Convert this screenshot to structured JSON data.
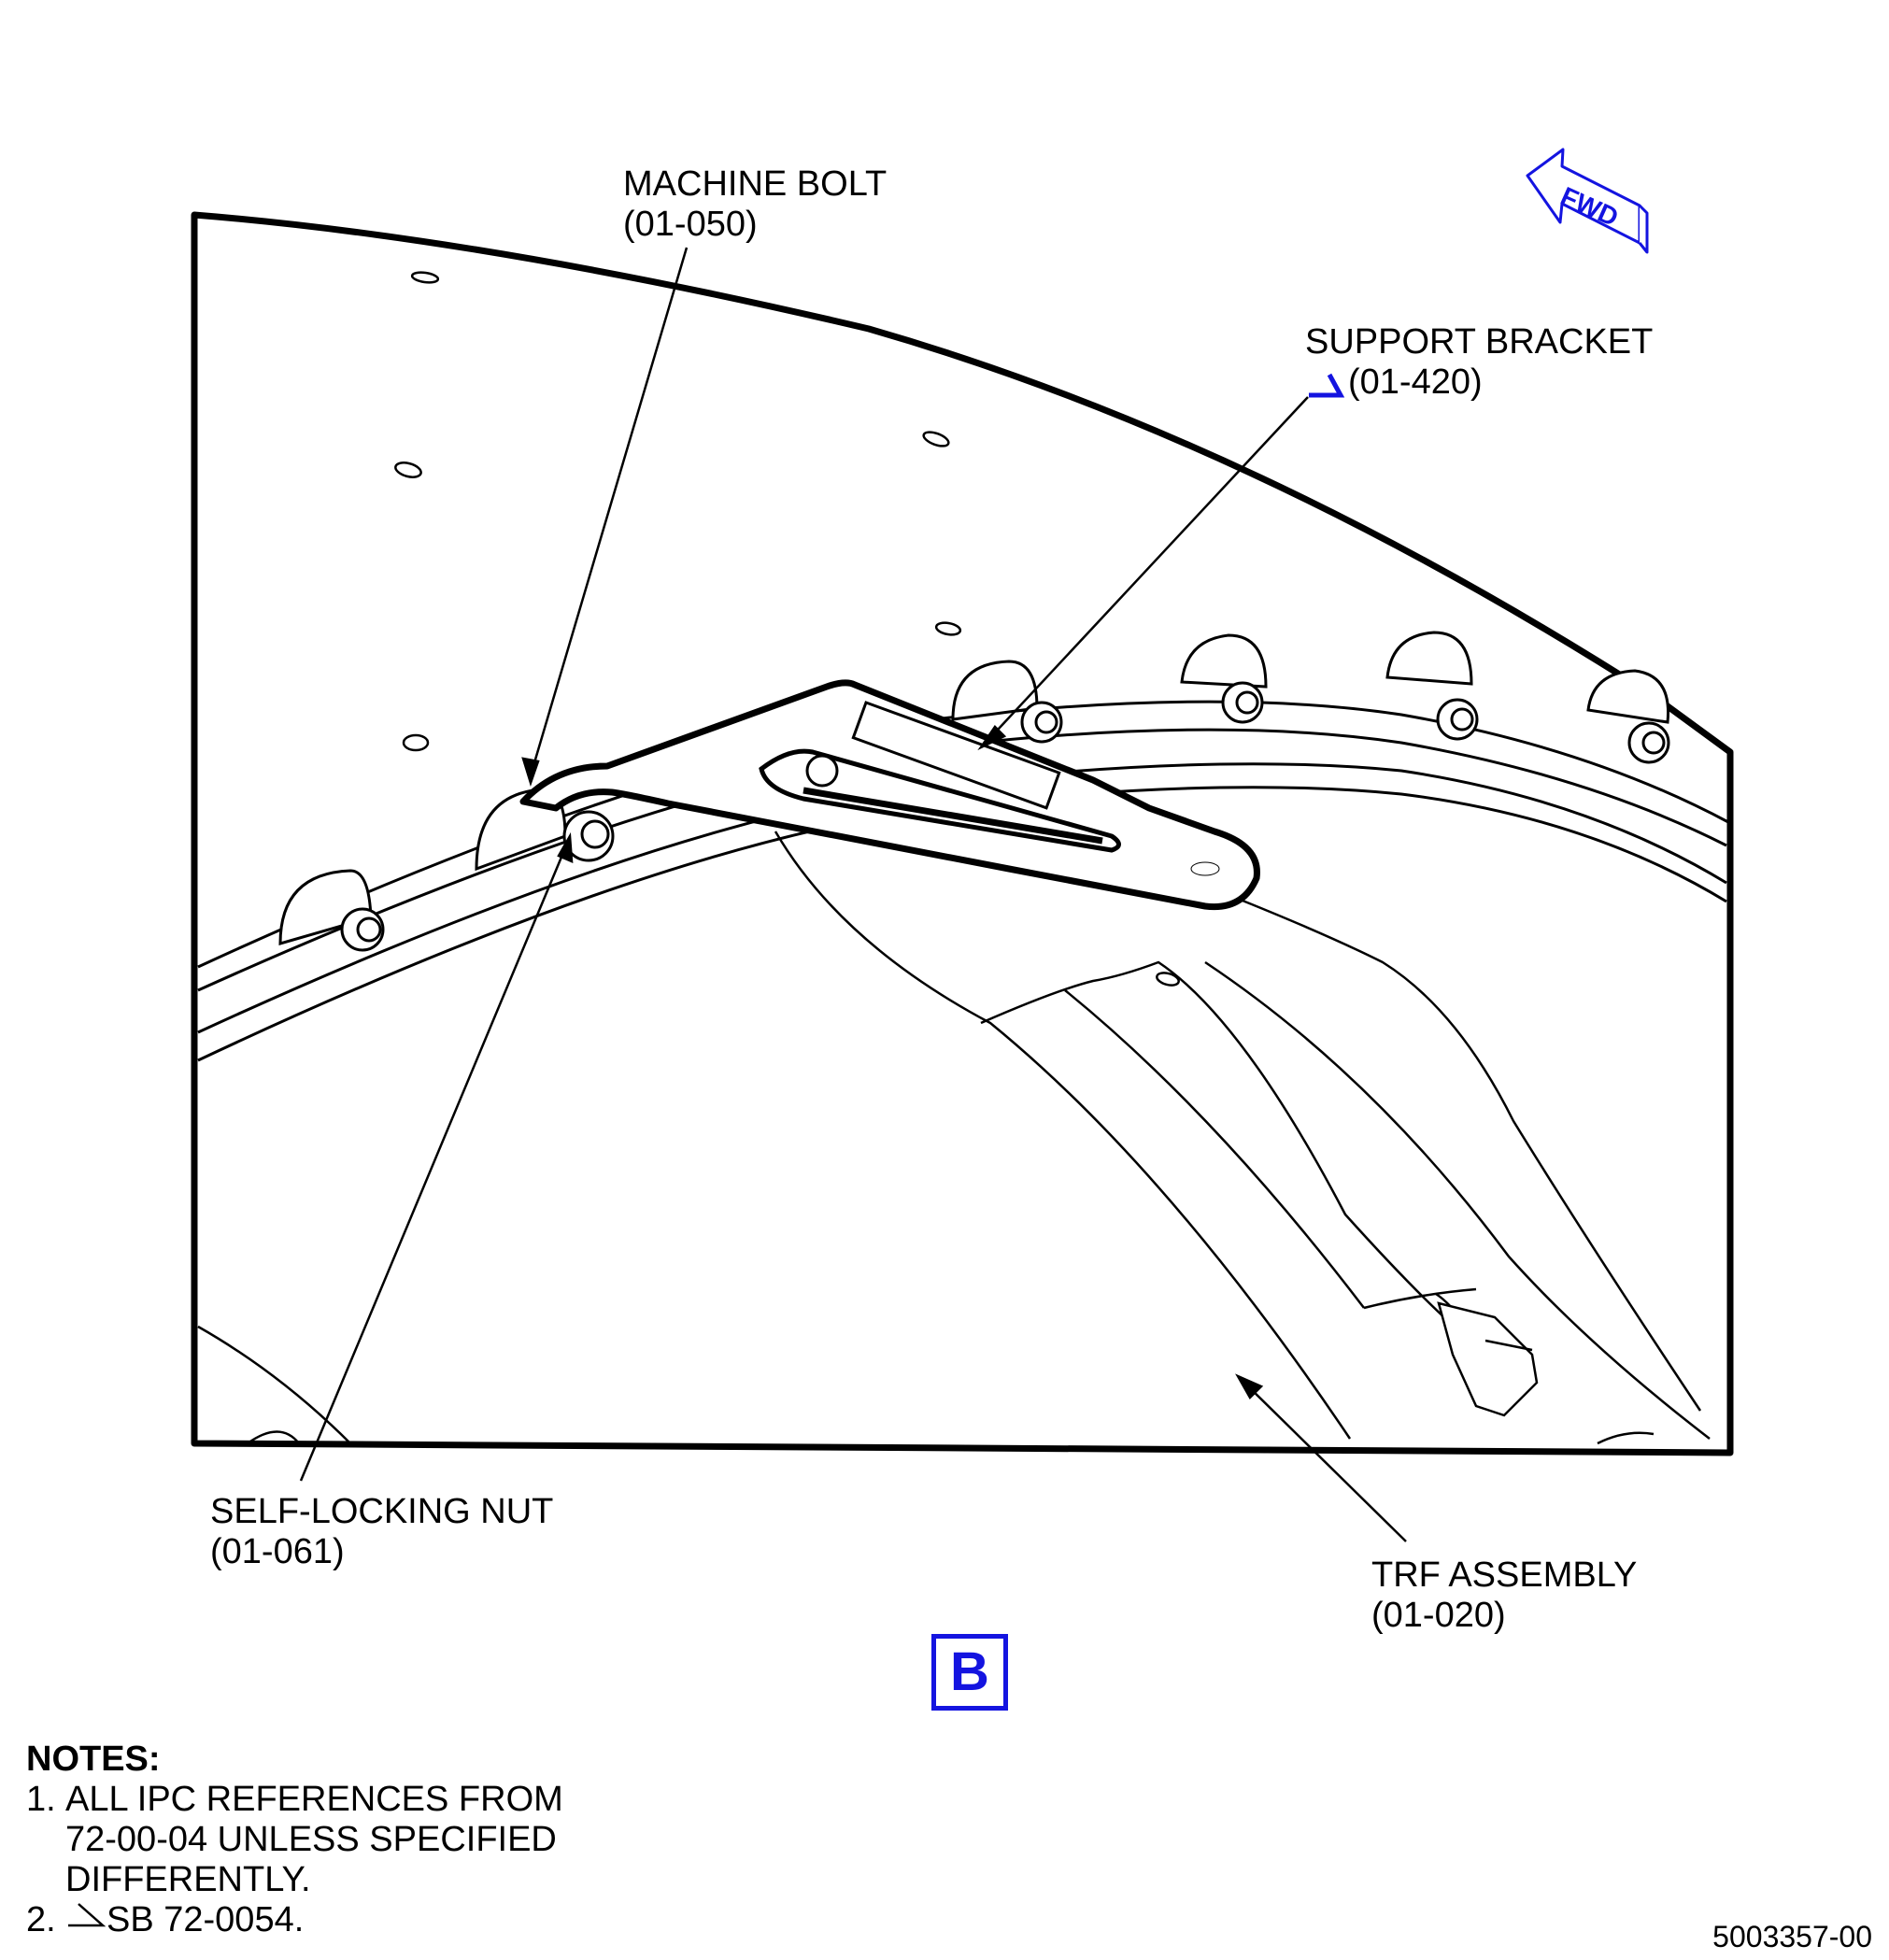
{
  "callouts": {
    "machine_bolt": {
      "name": "MACHINE BOLT",
      "ref": "(01-050)"
    },
    "support_bracket": {
      "name": "SUPPORT BRACKET",
      "ref": "(01-420)"
    },
    "self_locking_nut": {
      "name": "SELF-LOCKING NUT",
      "ref": "(01-061)"
    },
    "trf_assembly": {
      "name": "TRF ASSEMBLY",
      "ref": "(01-020)"
    }
  },
  "fwd_arrow": {
    "text": "FWD",
    "color": "#1414e0"
  },
  "view_label": "B",
  "notes": {
    "title": "NOTES:",
    "items": [
      {
        "num": "1.",
        "text": "ALL IPC REFERENCES FROM\n72-00-04 UNLESS SPECIFIED\nDIFFERENTLY."
      },
      {
        "num": "2.",
        "text": "SB 72-0054."
      }
    ]
  },
  "drawing_number": "5003357-00",
  "colors": {
    "accent": "#1414e0",
    "line": "#000000"
  }
}
